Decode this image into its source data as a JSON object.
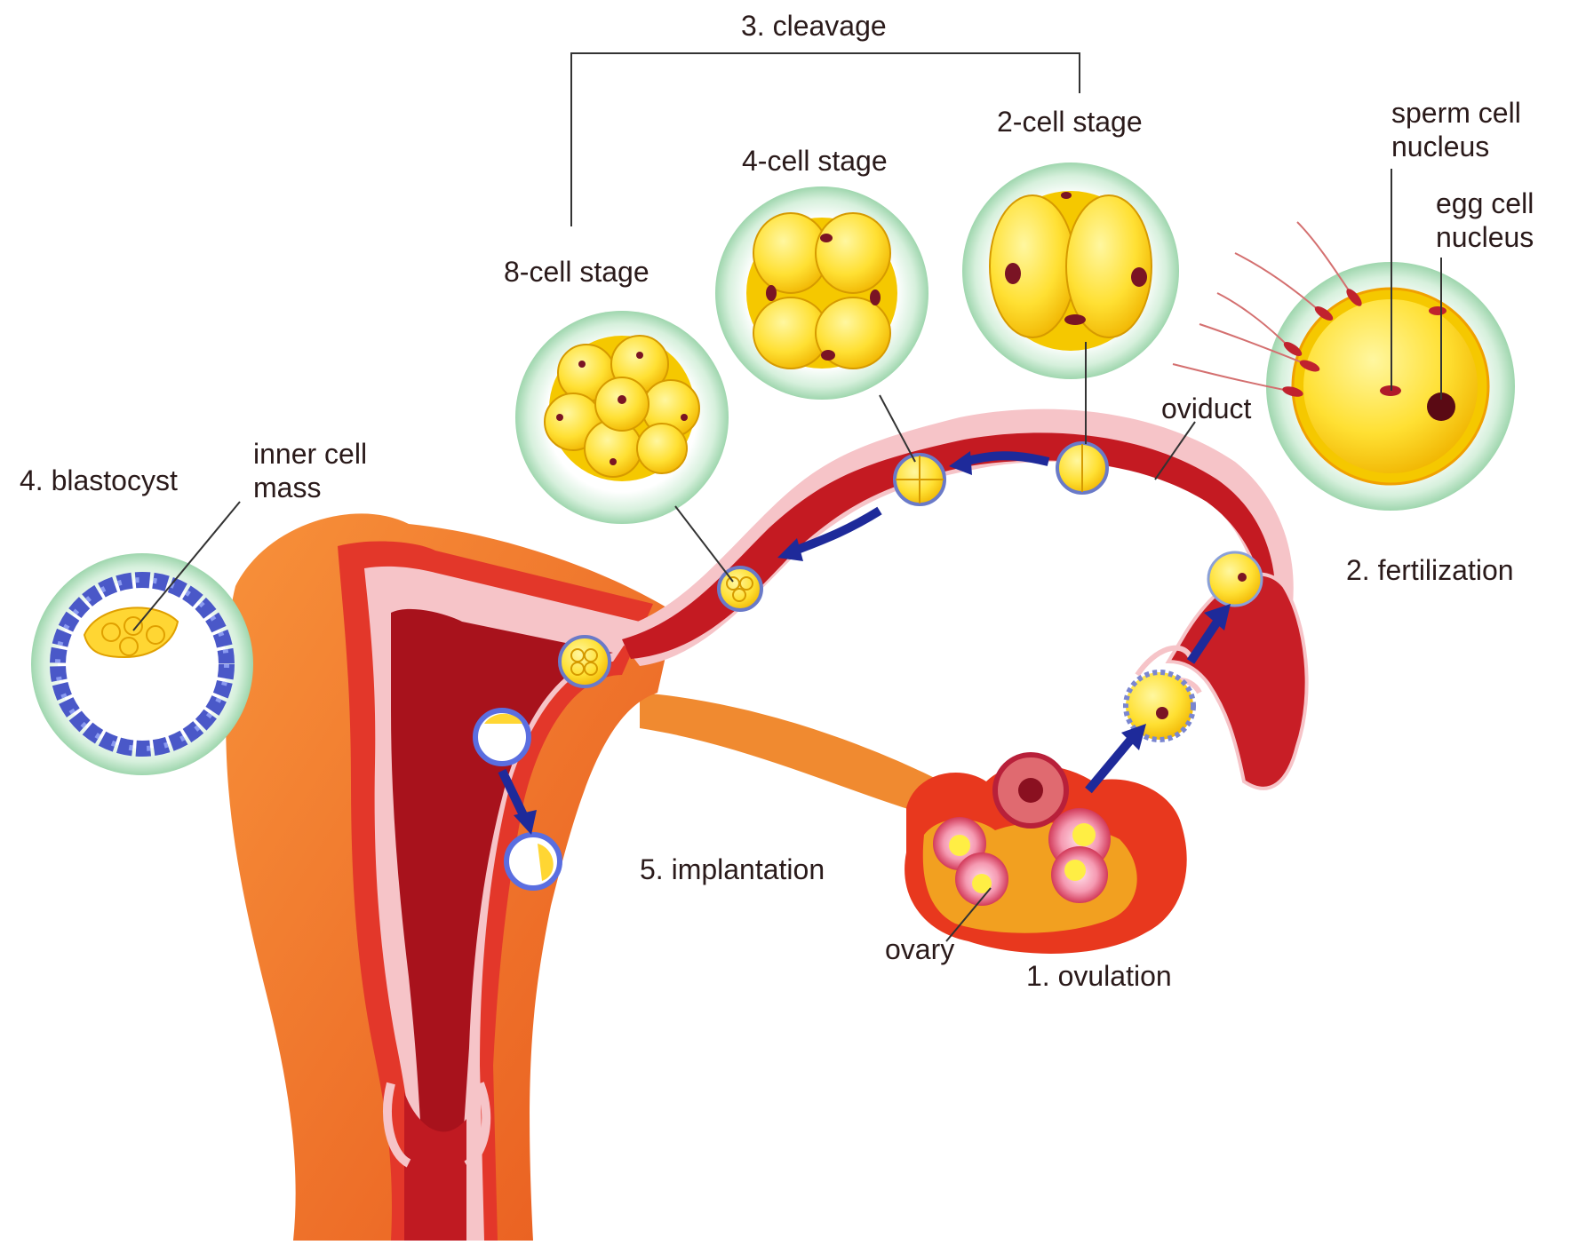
{
  "labels": {
    "cleavage": "3. cleavage",
    "two_cell": "2-cell stage",
    "four_cell": "4-cell stage",
    "eight_cell": "8-cell stage",
    "sperm_nucleus": "sperm cell nucleus",
    "egg_nucleus": "egg cell nucleus",
    "oviduct": "oviduct",
    "fertilization": "2. fertilization",
    "blastocyst": "4. blastocyst",
    "inner_cell_mass": "inner cell mass",
    "implantation": "5. implantation",
    "ovary": "ovary",
    "ovulation": "1. ovulation"
  },
  "colors": {
    "uterus_outer": "#f07a2a",
    "uterus_wall": "#e63a2a",
    "uterus_cavity": "#a8141c",
    "lining_pink": "#f6c8cc",
    "cell_yellow": "#ffe84a",
    "cell_nucleus": "#7a1424",
    "halo_green": "#bfe8c8",
    "arrow_blue": "#1e2a9a",
    "blastocyst_blue": "#5a6ee0"
  }
}
